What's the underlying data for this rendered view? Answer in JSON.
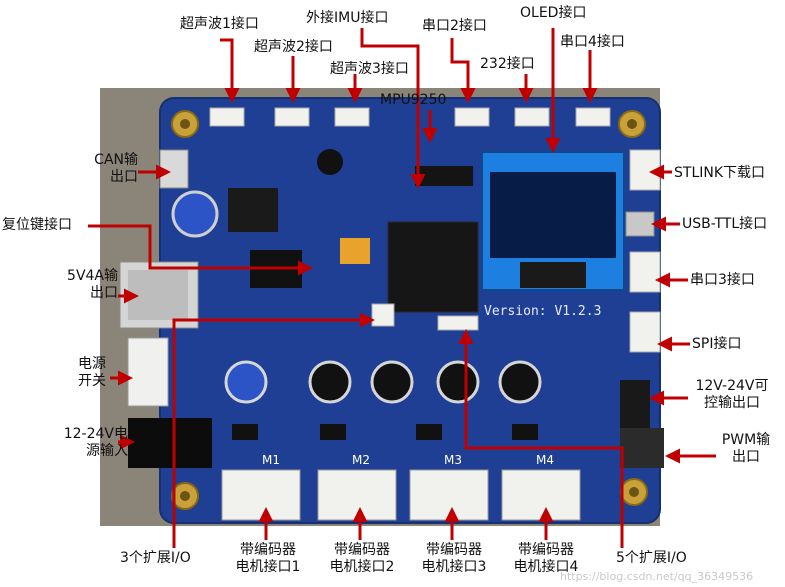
{
  "labels": {
    "ultrasonic1": "超声波1接口",
    "ultrasonic2": "超声波2接口",
    "ultrasonic3": "超声波3接口",
    "imu": "外接IMU接口",
    "uart2": "串口2接口",
    "mpu": "MPU9250",
    "port232": "232接口",
    "oled": "OLED接口",
    "uart4": "串口4接口",
    "can": "CAN输\n出口",
    "reset": "复位键接口",
    "out5v": "5V4A输\n出口",
    "power_switch": "电源\n开关",
    "power_in": "12-24V电\n源输入",
    "stlink": "STLINK下载口",
    "usbttl": "USB-TTL接口",
    "uart3": "串口3接口",
    "spi": "SPI接口",
    "ctrl_out": "12V-24V可\n控输出口",
    "pwm": "PWM输\n出口",
    "expand3": "3个扩展I/O",
    "expand5": "5个扩展I/O",
    "motor1": "带编码器\n电机接口1",
    "motor2": "带编码器\n电机接口2",
    "motor3": "带编码器\n电机接口3",
    "motor4": "带编码器\n电机接口4"
  },
  "board": {
    "version": "Version: V1.2.3",
    "motor_tags": [
      "M1",
      "M2",
      "M3",
      "M4"
    ]
  },
  "watermark": "https://blog.csdn.net/qq_36349536",
  "colors": {
    "pcb": "#1f3f94",
    "arrow": "#c00000",
    "oled_blue": "#1d7fe0"
  }
}
